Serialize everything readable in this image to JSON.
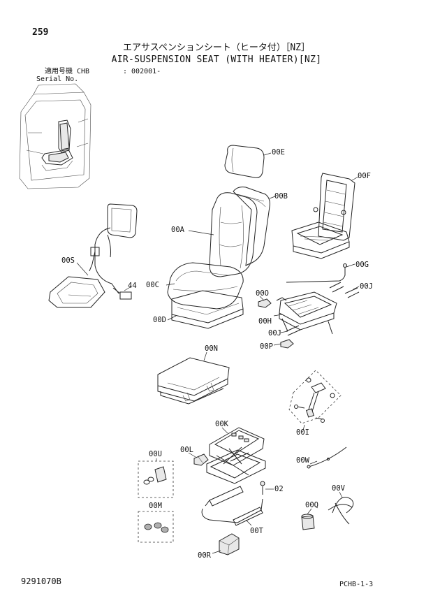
{
  "header": {
    "page_number": "259",
    "title_jp": "エアサスペンションシート（ヒータ付）［NZ］",
    "title_en": "AIR-SUSPENSION SEAT (WITH HEATER)[NZ]",
    "serial_label_jp": "適用号機 CHB",
    "serial_label_en": "Serial No.",
    "serial_value": ": 002001-"
  },
  "callouts": {
    "c00E": "00E",
    "c00F": "00F",
    "c00B": "00B",
    "c00A": "00A",
    "c00G": "00G",
    "c00S": "00S",
    "c00C": "00C",
    "c44": "44",
    "c00O": "00O",
    "c00J_top": "00J",
    "c00D": "00D",
    "c00H": "00H",
    "c00J_bot": "00J",
    "c00P": "00P",
    "c00N": "00N",
    "c00I": "00I",
    "c00K": "00K",
    "c00U": "00U",
    "c00L": "00L",
    "c00W": "00W",
    "c02": "02",
    "c00V": "00V",
    "c00M": "00M",
    "c00Q": "00Q",
    "c00T": "00T",
    "c00R": "00R"
  },
  "footer": {
    "drawing_code": "9291070B",
    "page_ref": "PCHB-1-3"
  }
}
